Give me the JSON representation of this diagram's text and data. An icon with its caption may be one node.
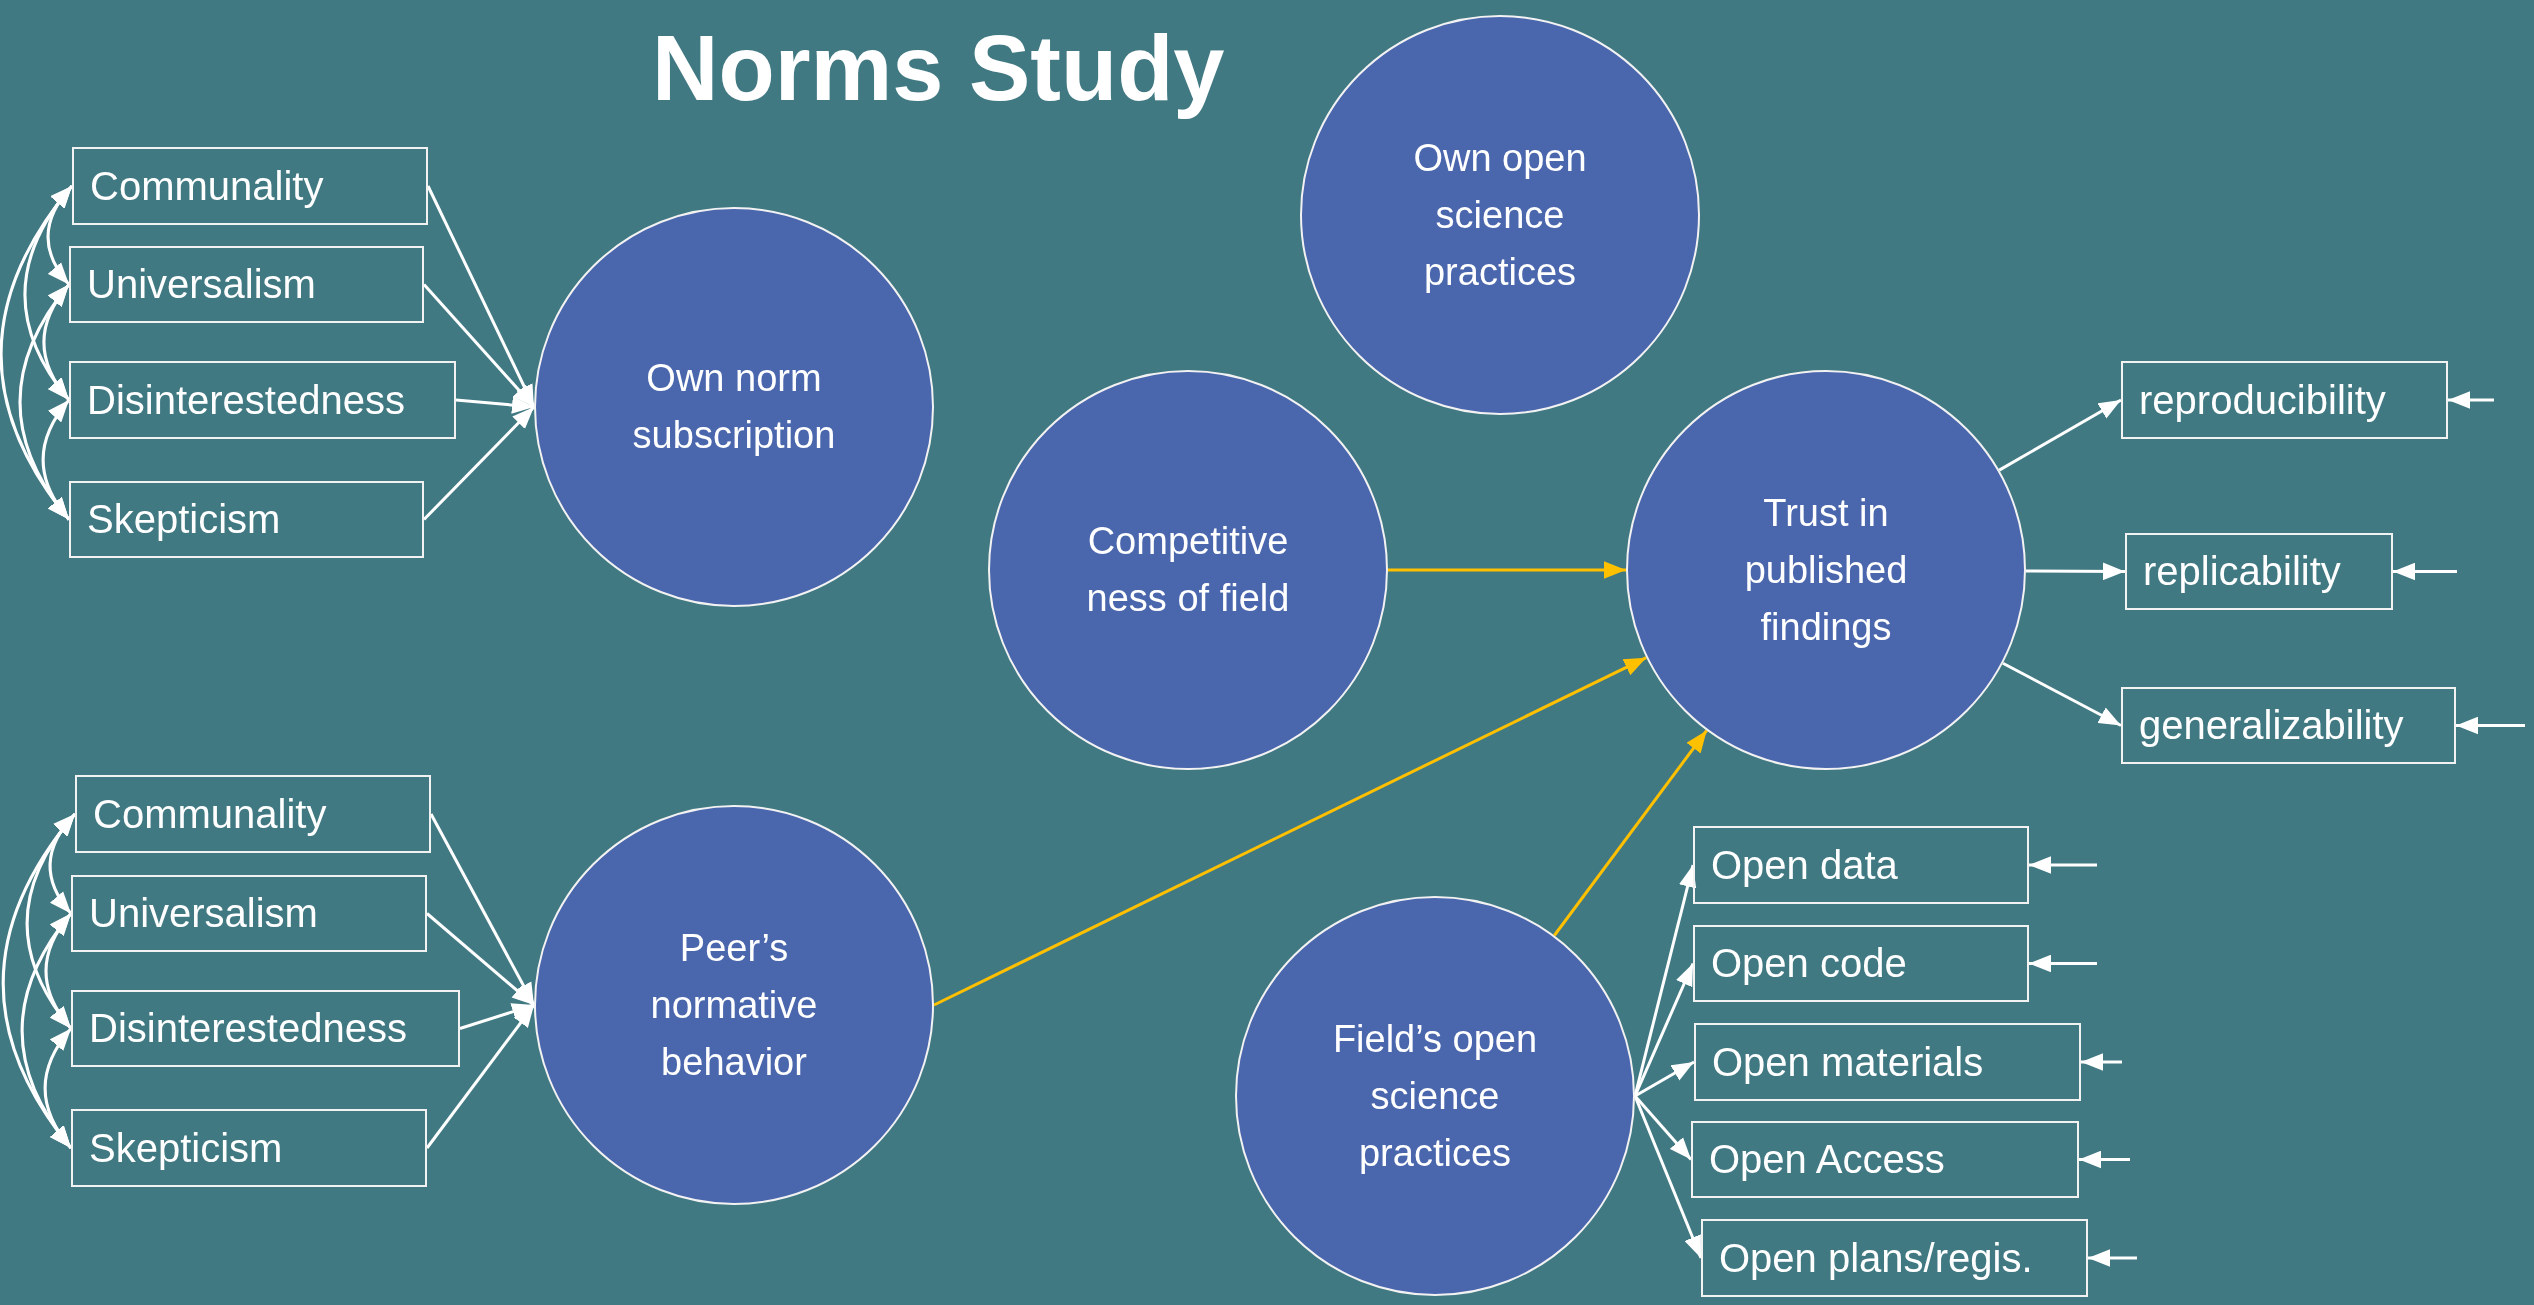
{
  "diagram": {
    "title": "Norms Study",
    "nodes": [
      {
        "text": [
          "Own open science practices"
        ]
      },
      {
        "text": [
          "Communality"
        ]
      },
      {
        "text": [
          "Universalism"
        ]
      },
      {
        "text": [
          "Disinterestedness"
        ]
      },
      {
        "text": [
          "Skepticism"
        ]
      },
      {
        "text": [
          "Own norm subscription"
        ]
      },
      {
        "text": [
          "Competitive ness of field"
        ]
      },
      {
        "text": [
          "Trust in published findings"
        ]
      },
      {
        "text": [
          "reproducibility"
        ]
      },
      {
        "text": [
          "replicability"
        ]
      },
      {
        "text": [
          "generalizability"
        ]
      },
      {
        "text": [
          "Communality"
        ]
      },
      {
        "text": [
          "Universalism"
        ]
      },
      {
        "text": [
          "Disinterestedness"
        ]
      },
      {
        "text": [
          "Skepticism"
        ]
      },
      {
        "text": [
          "Peer’s normative behavior"
        ]
      },
      {
        "text": [
          "Field’s open science practices"
        ]
      },
      {
        "text": [
          "Open data"
        ]
      },
      {
        "text": [
          "Open code"
        ]
      },
      {
        "text": [
          "Open materials"
        ]
      },
      {
        "text": [
          "Open Access"
        ]
      },
      {
        "text": [
          "Open plans/regis."
        ]
      }
    ],
    "edges": [
      {
        "from": 1,
        "to": 5,
        "arrow": "to"
      },
      {
        "from": 2,
        "to": 5,
        "arrow": "to"
      },
      {
        "from": 3,
        "to": 5,
        "arrow": "to"
      },
      {
        "from": 4,
        "to": 5,
        "arrow": "to"
      },
      {
        "from": 1,
        "to": 2,
        "arrow": "both"
      },
      {
        "from": 1,
        "to": 3,
        "arrow": "both"
      },
      {
        "from": 1,
        "to": 4,
        "arrow": "both"
      },
      {
        "from": 2,
        "to": 3,
        "arrow": "both"
      },
      {
        "from": 2,
        "to": 4,
        "arrow": "both"
      },
      {
        "from": 3,
        "to": 4,
        "arrow": "both"
      },
      {
        "from": 6,
        "to": 7,
        "arrow": "to",
        "color": "#ffc000"
      },
      {
        "from": 7,
        "to": 8,
        "arrow": "to"
      },
      {
        "from": 7,
        "to": 9,
        "arrow": "to"
      },
      {
        "from": 7,
        "to": 10,
        "arrow": "to"
      },
      {
        "from": null,
        "to": 8,
        "arrow": "to"
      },
      {
        "from": null,
        "to": 9,
        "arrow": "to"
      },
      {
        "from": null,
        "to": 10,
        "arrow": "to"
      },
      {
        "from": 11,
        "to": 15,
        "arrow": "to"
      },
      {
        "from": 12,
        "to": 15,
        "arrow": "to"
      },
      {
        "from": 13,
        "to": 15,
        "arrow": "to"
      },
      {
        "from": 14,
        "to": 15,
        "arrow": "to"
      },
      {
        "from": 11,
        "to": 12,
        "arrow": "both"
      },
      {
        "from": 11,
        "to": 13,
        "arrow": "both"
      },
      {
        "from": 11,
        "to": 14,
        "arrow": "both"
      },
      {
        "from": 12,
        "to": 13,
        "arrow": "both"
      },
      {
        "from": 12,
        "to": 14,
        "arrow": "both"
      },
      {
        "from": 13,
        "to": 14,
        "arrow": "both"
      },
      {
        "from": 15,
        "to": 7,
        "arrow": "to",
        "color": "#ffc000"
      },
      {
        "from": 16,
        "to": 7,
        "arrow": "to",
        "color": "#ffc000"
      },
      {
        "from": 16,
        "to": 17,
        "arrow": "to"
      },
      {
        "from": 16,
        "to": 18,
        "arrow": "to"
      },
      {
        "from": 16,
        "to": 19,
        "arrow": "to"
      },
      {
        "from": 16,
        "to": 20,
        "arrow": "to"
      },
      {
        "from": 16,
        "to": 21,
        "arrow": "to"
      },
      {
        "from": null,
        "to": 17,
        "arrow": "to"
      },
      {
        "from": null,
        "to": 18,
        "arrow": "to"
      },
      {
        "from": null,
        "to": 19,
        "arrow": "to"
      },
      {
        "from": null,
        "to": 20,
        "arrow": "to"
      },
      {
        "from": null,
        "to": 21,
        "arrow": "to"
      }
    ]
  }
}
